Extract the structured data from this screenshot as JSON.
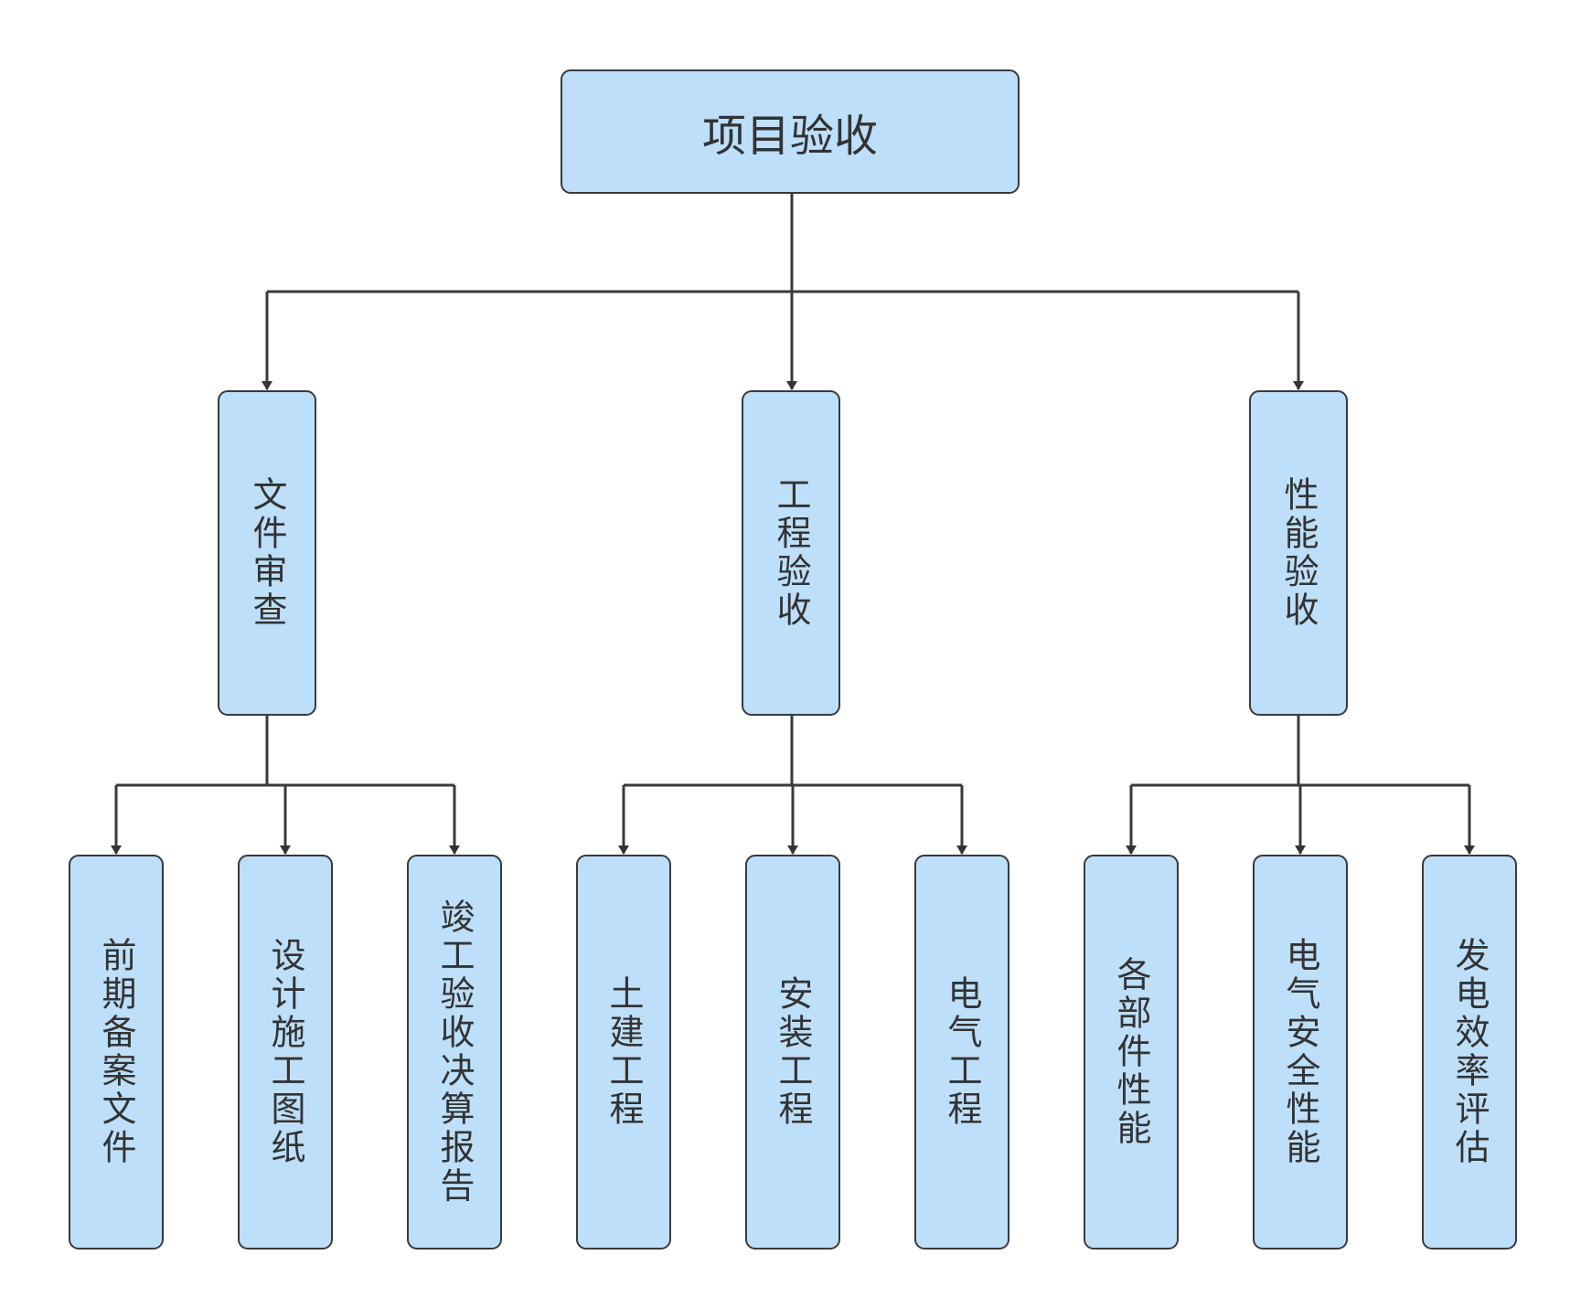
{
  "colors": {
    "node_fill": "#bddff9",
    "stroke": "#3a3a3a",
    "text": "#333333"
  },
  "root": {
    "label": "项目验收"
  },
  "categories": [
    {
      "label": "文件审查",
      "children": [
        "前期备案文件",
        "设计施工图纸",
        "竣工验收决算报告"
      ]
    },
    {
      "label": "工程验收",
      "children": [
        "土建工程",
        "安装工程",
        "电气工程"
      ]
    },
    {
      "label": "性能验收",
      "children": [
        "各部件性能",
        "电气安全性能",
        "发电效率评估"
      ]
    }
  ]
}
